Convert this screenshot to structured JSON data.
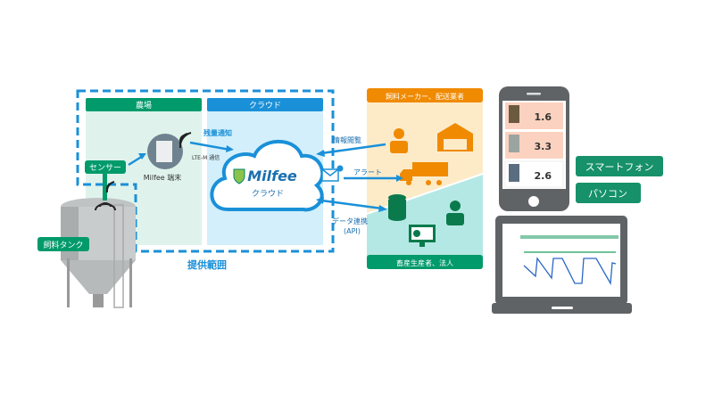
{
  "farm": {
    "title": "農場",
    "sensor_label": "センサー",
    "tank_label": "飼料タンク",
    "device_label": "Milfee 端末",
    "lte_label": "LTE-M 通信"
  },
  "cloud": {
    "title": "クラウド",
    "notify_label": "残量通知",
    "brand": "Milfee",
    "subtitle": "クラウド"
  },
  "scope_label": "提供範囲",
  "links": {
    "view": "情報閲覧",
    "alert": "アラート",
    "data": "データ連携",
    "api": "(API)"
  },
  "partners": {
    "top_title": "飼料メーカー、配送業者",
    "bottom_title": "畜産生産者、法人"
  },
  "devices": {
    "smartphone": "スマートフォン",
    "pc": "パソコン"
  },
  "phone_values": [
    "1.6",
    "3.3",
    "2.6"
  ],
  "colors": {
    "green": "#009a6b",
    "blue": "#1a90d8",
    "orange": "#f08a00",
    "light_green": "#dff3ec",
    "light_blue": "#d2effb",
    "light_orange": "#fdebc8",
    "teal": "#b4e8e4",
    "gray": "#5f6366"
  }
}
